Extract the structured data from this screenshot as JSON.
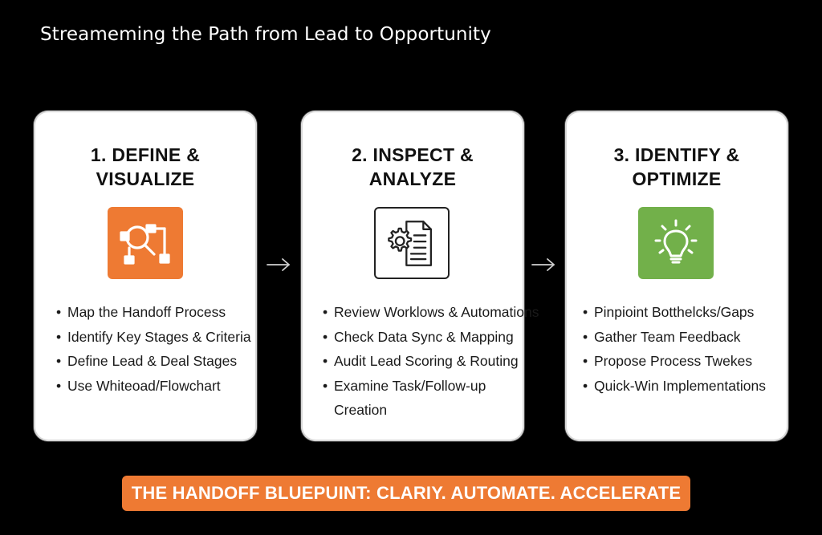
{
  "page": {
    "title": "Streameming the Path from Lead to Opportunity"
  },
  "steps": [
    {
      "title_line1": "1. DEFINE &",
      "title_line2": "VISUALIZE",
      "icon": "magnifier-flowchart-icon",
      "icon_color": "#ee7a33",
      "bullets": [
        "Map the Handoff Process",
        "Identify Key Stages & Criteria",
        "Define Lead & Deal Stages",
        "Use Whiteoad/Flowchart"
      ]
    },
    {
      "title_line1": "2. INSPECT &",
      "title_line2": "ANALYZE",
      "icon": "gear-document-icon",
      "icon_color": "#ffffff",
      "bullets": [
        "Review Worklows & Automations",
        "Check Data Sync & Mapping",
        "Audit Lead Scoring & Routing",
        "Examine Task/Follow-up Creation"
      ]
    },
    {
      "title_line1": "3. IDENTIFY &",
      "title_line2": "OPTIMIZE",
      "icon": "lightbulb-icon",
      "icon_color": "#72b04a",
      "bullets": [
        "Pinpioint Botthelcks/Gaps",
        "Gather Team Feedback",
        "Propose Process Twekes",
        "Quick-Win Implementations"
      ]
    }
  ],
  "connectors": [
    "arrow-right-icon",
    "arrow-right-icon"
  ],
  "banner": {
    "text": "THE HANDOFF BLUEPUINT: CLARIY. AUTOMATE. ACCELERATE",
    "color": "#ee7a33"
  }
}
